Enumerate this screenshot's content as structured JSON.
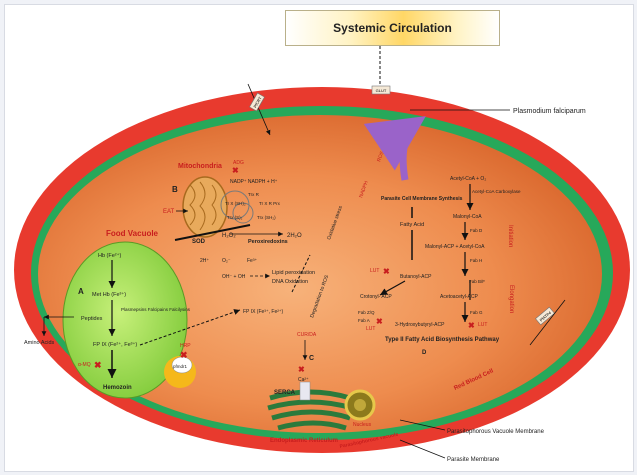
{
  "systemic_circulation": "Systemic Circulation",
  "labels": {
    "plasmodium": "Plasmodium falciparum",
    "mitochondria": "Mitochondria",
    "food_vacuole": "Food Vacuole",
    "adg": "ADG",
    "nadp": "NADP⁺ NADPH + H⁺",
    "trxr": "Trx R",
    "trx_s2": "Trx (S)₂",
    "trx_sh2": "Trx (SH₂)",
    "trx_red": "Tr X R Prx",
    "trx_ox": "Tr X (SH)₂",
    "eat": "EAT",
    "peroxiredoxins": "Peroxiredoxins",
    "sod": "SOD",
    "h2o2": "H₂O₂",
    "h2o": "2H₂O",
    "o2": "O₂⁻",
    "fe3": "Fe³⁺",
    "fe2": "2H⁺",
    "oh": "OH⁻ + OH",
    "lipid": "Lipid peroxidation",
    "dna": "DNA Oxidation",
    "hb": "Hb (Fe²⁺)",
    "methb": "Met Hb (Fe³⁺)",
    "peptides": "Peptides",
    "proteases": "Plasmepsins Falcipains Falcilysins",
    "amino": "Amino Acids",
    "fppix": "FP IX (Fe²⁺, Fe³⁺)",
    "fppix2": "FP IX (Fe³⁺, Fe²⁺)",
    "hemozoin": "Hemozoin",
    "hdp": "HRP",
    "alpha_mq": "α-MQ",
    "pfmdr": "pfmdr1",
    "dissociation": "Degradation to ROS",
    "oxidative": "Oxidative stress",
    "nadph": "NADPH",
    "ros": "ROS",
    "A": "A",
    "B": "B",
    "C": "C",
    "D": "D",
    "cur": "CUR/DA",
    "ca": "Ca²⁺",
    "serca": "SERCA",
    "er": "Endoplasmic Reticulum",
    "nucleus": "Nucleus",
    "pcm": "Parasite Cell Membrane Synthesis",
    "fatty": "Fatty Acid",
    "acetylcoa": "Acetyl-CoA + O₂",
    "acc": "Acetyl-CoA Carboxylase",
    "malonyl": "Malonyl-CoA",
    "fabd": "Fab D",
    "malonylacp": "Malonyl-ACP + Acetyl-CoA",
    "fabh": "Fab H",
    "initiation": "Initiation",
    "butanoyl": "Butanoyl-ACP",
    "lut1": "LUT",
    "acetoacetyl": "Acetoacetyl-ACP",
    "fabbf": "Fab B/F",
    "fabg": "Fab G",
    "crotonyl": "Crotonyl- ACP",
    "fabz": "Fab Z/Q",
    "faba": "Fab A",
    "hydroxy": "3-Hydroxybutyryl-ACP",
    "lut2": "LUT",
    "lut3": "LUT",
    "elongation": "Elongation",
    "fas": "Type II Fatty Acid Biosynthesis Pathway",
    "rbc": "Red Blood Cell",
    "pvm": "Parasitophorous Vacuole Membrane",
    "pv": "Parasitophorous vacuole",
    "pm": "Parasite Membrane",
    "trans1": "PfCRT",
    "trans2": "GLUT",
    "trans3": "PfATP4"
  }
}
